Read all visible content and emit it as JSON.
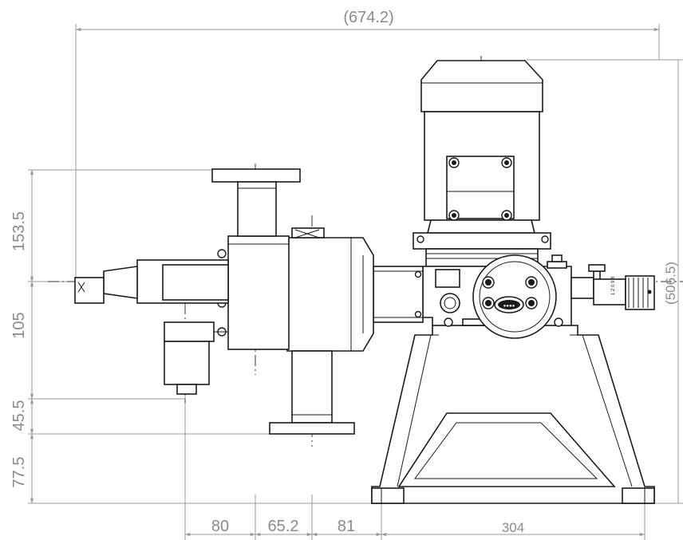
{
  "drawing": {
    "dimensions": {
      "overall_width": "(674.2)",
      "overall_height": "(506.5)",
      "left_upper": "153.5",
      "left_mid": "105",
      "left_low1": "45.5",
      "left_low2": "77.5",
      "bottom_1": "80",
      "bottom_2": "65.2",
      "bottom_3": "81",
      "bottom_4": "304"
    },
    "dial_label": "1 2 0 9 8"
  }
}
